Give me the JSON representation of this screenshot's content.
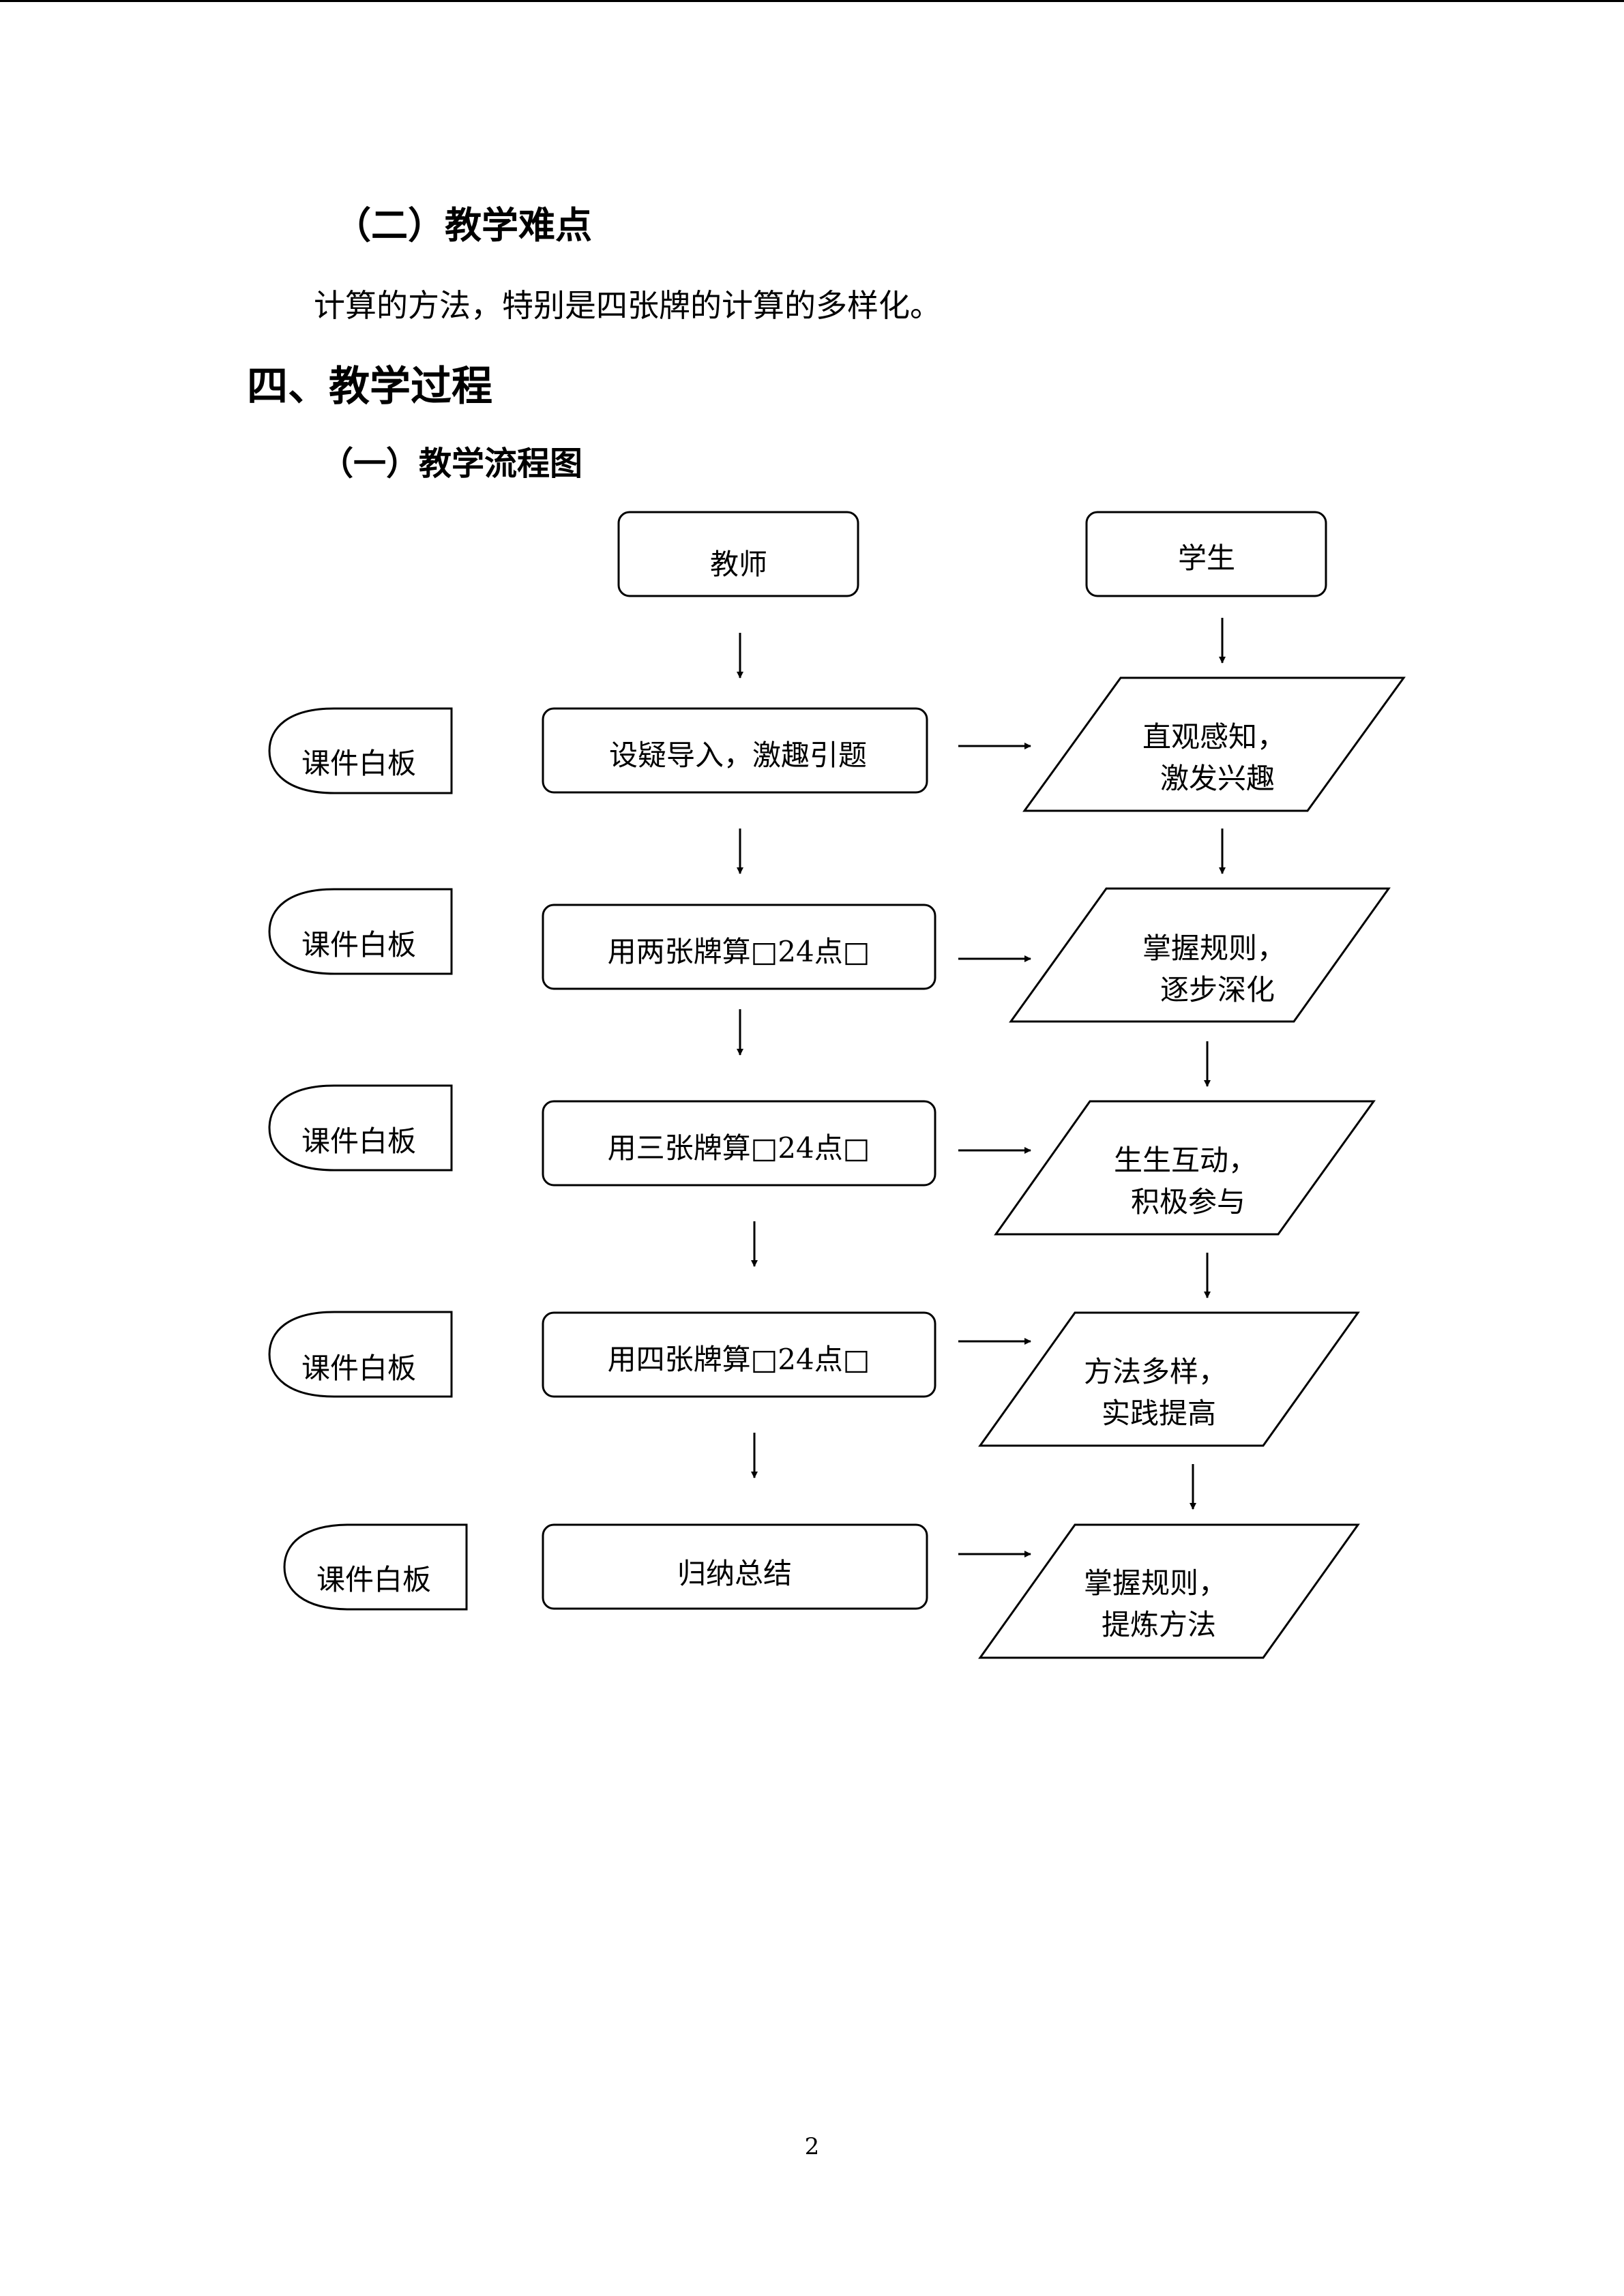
{
  "section_title": "（二）教学难点",
  "paragraph": "计算的方法，特别是四张牌的计算的多样化。",
  "chapter_title": "四、教学过程",
  "subsection_title": "（一）教学流程图",
  "flowchart": {
    "teacher_header": "教师",
    "student_header": "学生",
    "resources": [
      "课件白板",
      "课件白板",
      "课件白板",
      "课件白板",
      "课件白板"
    ],
    "teacher_steps": [
      "设疑导入，激趣引题",
      "用两张牌算□24点□",
      "用三张牌算□24点□",
      "用四张牌算□24点□",
      "归纳总结"
    ],
    "student_steps": [
      [
        "直观感知，",
        "激发兴趣"
      ],
      [
        "掌握规则，",
        "逐步深化"
      ],
      [
        "生生互动，",
        "积极参与"
      ],
      [
        "方法多样，",
        "实践提高"
      ],
      [
        "掌握规则，",
        "提炼方法"
      ]
    ]
  },
  "page_number": "2"
}
